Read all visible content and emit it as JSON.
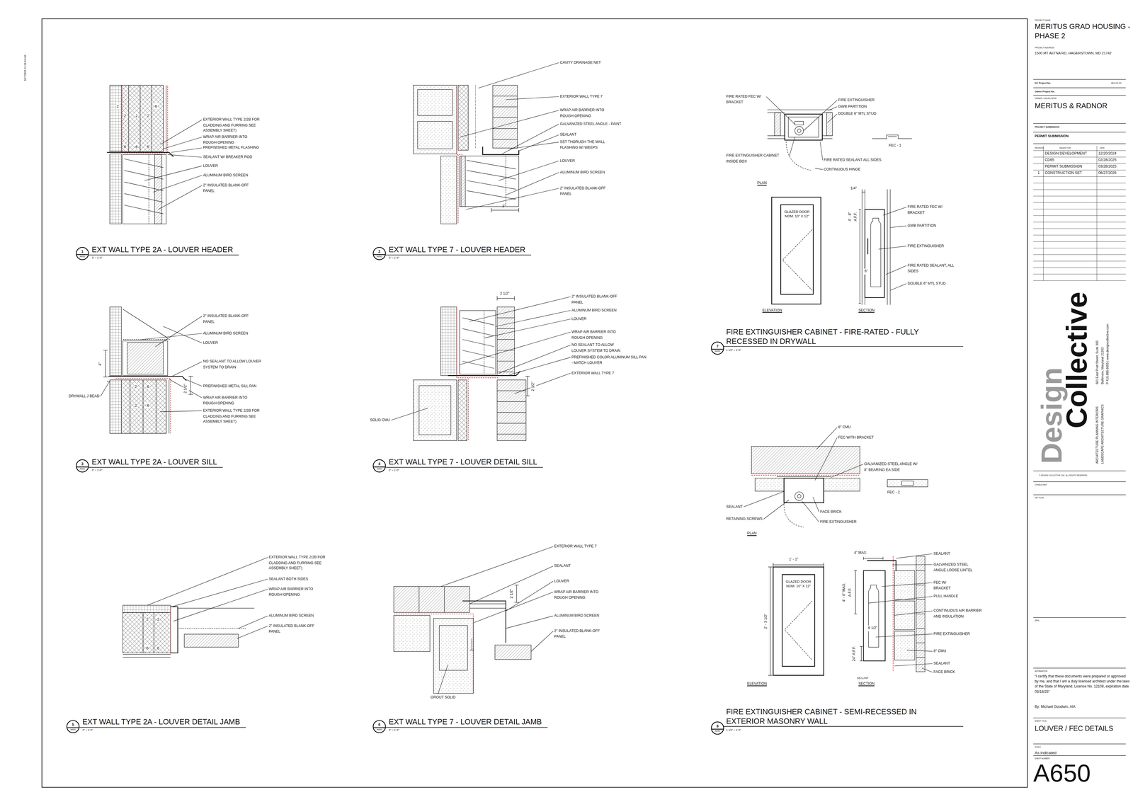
{
  "diagram": {
    "nodes": [
      {
        "text": [
          "1",
          "A650"
        ]
      },
      {
        "text": [
          "2",
          "A650"
        ]
      },
      {
        "text": [
          "3",
          "A650"
        ]
      },
      {
        "text": [
          "4",
          "A650"
        ]
      },
      {
        "text": [
          "5",
          "A650"
        ]
      },
      {
        "text": [
          "6",
          "A650"
        ]
      },
      {
        "text": [
          "7",
          "A650"
        ]
      },
      {
        "text": [
          "8",
          "A650"
        ]
      },
      {
        "text": [
          "GLAZED DOOR NOM. 10\" X 12\""
        ]
      },
      {
        "text": [
          "GLAZED DOOR NOM. 10\" X 12\""
        ]
      }
    ],
    "labels": [
      "EXTERIOR WALL TYPE 2/2B FOR CLADDING AND FURRING SEE ASSEMBLY SHEET)",
      "WRAP AIR BARRIER INTO ROUGH OPENING",
      "PREFINISHED METAL FLASHING",
      "SEALANT W/ BREAKER ROD",
      "LOUVER",
      "ALUMINUM BIRD SCREEN",
      "2\" INSULATED BLANK-OFF PANEL",
      "EXT WALL TYPE 2A - LOUVER HEADER",
      "3\" = 1'-0\"",
      "2",
      "2",
      "2",
      "2",
      "6",
      "6",
      "6",
      "6",
      "CAVITY DRAINAGE NET",
      "EXTERIOR WALL TYPE 7",
      "WRAP AIR BARRIER INTO ROUGH OPENING",
      "GALVANIZED STEEL ANGLE - PAINT",
      "SEALANT",
      "SST THORUGH THE WALL FLASHING W/ WEEPS",
      "LOUVER",
      "ALUMINUM BIRD SCREEN",
      "2\" INSULATED BLANK-OFF PANEL",
      "3\"",
      "EXT WALL TYPE 7 - LOUVER HEADER",
      "3\" = 1'-0\"",
      "2\" INSULATED BLANK-OFF PANEL",
      "ALUMINUM BIRD SCREEN",
      "LOUVER",
      "NO SEALANT TO ALLOW LOUVER SYSTEM TO DRAIN",
      "PREFINISHED METAL SILL PAN",
      "WRAP AIR BARRIER INTO ROUGH OPENING",
      "EXTERIOR WALL TYPE 2/2B FOR CLADDING AND FURRING SEE ASSEMBLY SHEET)",
      "DRYWALL J BEAD",
      "4\"",
      "2 1/2\"",
      "2",
      "6",
      "2",
      "6",
      "EXT WALL TYPE 2A - LOUVER SILL",
      "3\" = 1'-0\"",
      "2\" INSULATED BLANK-OFF PANEL",
      "ALUMINUM BIRD SCREEN",
      "LOUVER",
      "WRAP AIR BARRIER INTO ROUGH OPENING",
      "NO SEALANT TO ALLOW LOUVER SYSTEM TO DRAIN",
      "PREFINISHED COLOR ALUMINUM SILL PAN - MATCH LOUVER",
      "EXTERIOR WALL TYPE 7",
      "SOLID CMU",
      "2 1/2\"",
      "2 1/2\"",
      "EXT WALL TYPE 7 - LOUVER DETAIL SILL",
      "3\" = 1'-0\"",
      "EXTERIOR WALL TYPE 2/2B FOR CLADDING AND FURRING SEE ASSEMBLY SHEET)",
      "SEALANT BOTH SIDES",
      "WRAP AIR BARRIER INTO ROUGH OPENING",
      "ALUMINUM BIRD SCREEN",
      "2\" INSULATED BLANK-OFF PANEL",
      "2",
      "2",
      "6",
      "6",
      "EXT WALL TYPE 2A - LOUVER DETAIL JAMB",
      "3\" = 1'-0\"",
      "EXTERIOR WALL TYPE 7",
      "SEALANT",
      "LOUVER",
      "WRAP AIR BARRIER INTO ROUGH OPENING",
      "ALUMINUM BIRD SCREEN",
      "2\" INSULATED BLANK-OFF PANEL",
      "GROUT SOLID",
      "2 1/2\"",
      "EXT WALL TYPE 7 - LOUVER DETAIL JAMB",
      "3\" = 1'-0\"",
      "FIRE RATED FEC W/ BRACKET",
      "FIRE EXTINGUISHER",
      "GWB PARTITION",
      "DOUBLE 6\" MTL STUD",
      "FIRE EXTINGUISHER CABINET INSIDE BOX",
      "FIRE RATED SEALANT ALL SIDES",
      "CONTINUOUS HINGE",
      "PLAN",
      "FEC - 1",
      "ELEVATION",
      "1/4\"",
      "4' - 8\" A.F.F.",
      "FIRE RATED FEC W/ BRACKET",
      "GWB PARTITION",
      "FIRE EXTINGUISHER",
      "FIRE RATED SEALANT, ALL SIDES",
      "DOUBLE 6\" MTL STUD",
      "6\"",
      "SECTION",
      "FIRE EXTINGUISHER CABINET - FIRE-RATED - FULLY RECESSED IN DRYWALL",
      "1 1/2\" = 1'-0\"",
      "8\" CMU",
      "FEC WITH BRACKET",
      "GALVANIZED STEEL ANGLE W/ 8\" BEARING EA SIDE",
      "SEALANT",
      "RETAINING SCREWS",
      "FACE BRICK",
      "FIRE EXTINGUISHER",
      "PLAN",
      "FEC - 2",
      "1' - 1\"",
      "2' - 3 1/2\"",
      "ELEVATION",
      "4\" MAX.",
      "4' - 0\" MAX. A.F.F.",
      "6 1/2\"",
      "24\" A.F.F.",
      "SEALANT",
      "SEALANT",
      "GALVANIZED STEEL ANGLE LOOSE LINTEL",
      "FEC W/ BRACKET",
      "PULL HANDLE",
      "CONTINUOUS AIR BARRIER AND INSULATION",
      "FIRE EXTINGUISHER",
      "8\" CMU",
      "SEALANT",
      "FACE BRICK",
      "SECTION",
      "FIRE EXTINGUISHER CABINET - SEMI-RECESSED IN EXTERIOR MASONRY WALL",
      "1 1/2\" = 1'-0\"",
      "6/27/2025 11:16:53 AM",
      "PROJECT NAME",
      "MERITUS GRAD HOUSING - PHASE 2",
      "PROJECT ADDRESS",
      "1500 MT AETNA RD, HAGERSTOWN, MD 21742",
      "DC Project No.",
      "463-23-00",
      "Owner Project No.",
      "OWNER / DEVELOPER",
      "MERITUS & RADNOR",
      "PROJECT SUBMISSION",
      "PERMIT SUBMISSION",
      "REVISION",
      "ISSUED FOR",
      "DATE",
      "DESIGN DEVELOPMENT",
      "12/20/2024",
      "CD65",
      "02/28/2025",
      "PERMIT SUBMISSION",
      "03/28/2025",
      "1",
      "CONSTRUCTION SET",
      "06/27/2025",
      "Design",
      "Collective",
      "ARCHITECTURE PLANNING INTERIORS",
      "LANDSCAPE ARCHITECTURE GRAPHICS",
      "601 East Pratt Street, Suite 300",
      "Baltimore, Maryland 21202",
      "P 410.685.6655 | www.designcollective.com",
      "© DESIGN COLLECTIVE, INC. ALL RIGHTS RESERVED",
      "CONSULTANT",
      "KEY PLAN",
      "SEAL",
      "AFFIRMATION",
      "“I certify that these documents were prepared or approved by me, and that I am a duly licensed architect under the laws of the State of Maryland. License No. 12108, expiration date 03/18/25”",
      "By: Michael Goodwin, AIA",
      "SHEET TITLE",
      "LOUVER / FEC DETAILS",
      "SCALE",
      "As indicated",
      "SHEET NUMBER",
      "A650"
    ]
  }
}
